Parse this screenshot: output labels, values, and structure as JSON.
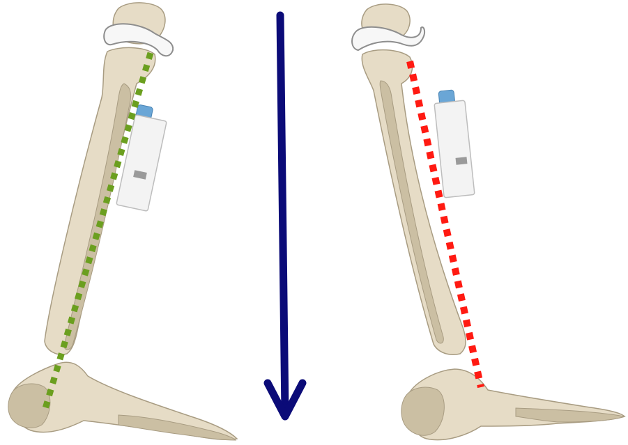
{
  "figure": {
    "background": "#ffffff",
    "bone_color": "#e6dcc6",
    "bone_shade": "#cbbfa3",
    "bone_outline": "#a89c82",
    "device_color": "#f3f3f3",
    "device_cap_color": "#6aa6d6",
    "left_axis_color": "#6b9f1f",
    "right_axis_color": "#ff1a12",
    "arrow_color": "#0b0b78"
  },
  "panels": [
    {
      "name": "left-leg",
      "axis": "green-dashed-line"
    },
    {
      "name": "right-leg",
      "axis": "red-dashed-line"
    }
  ],
  "arrow": {
    "direction": "down"
  }
}
